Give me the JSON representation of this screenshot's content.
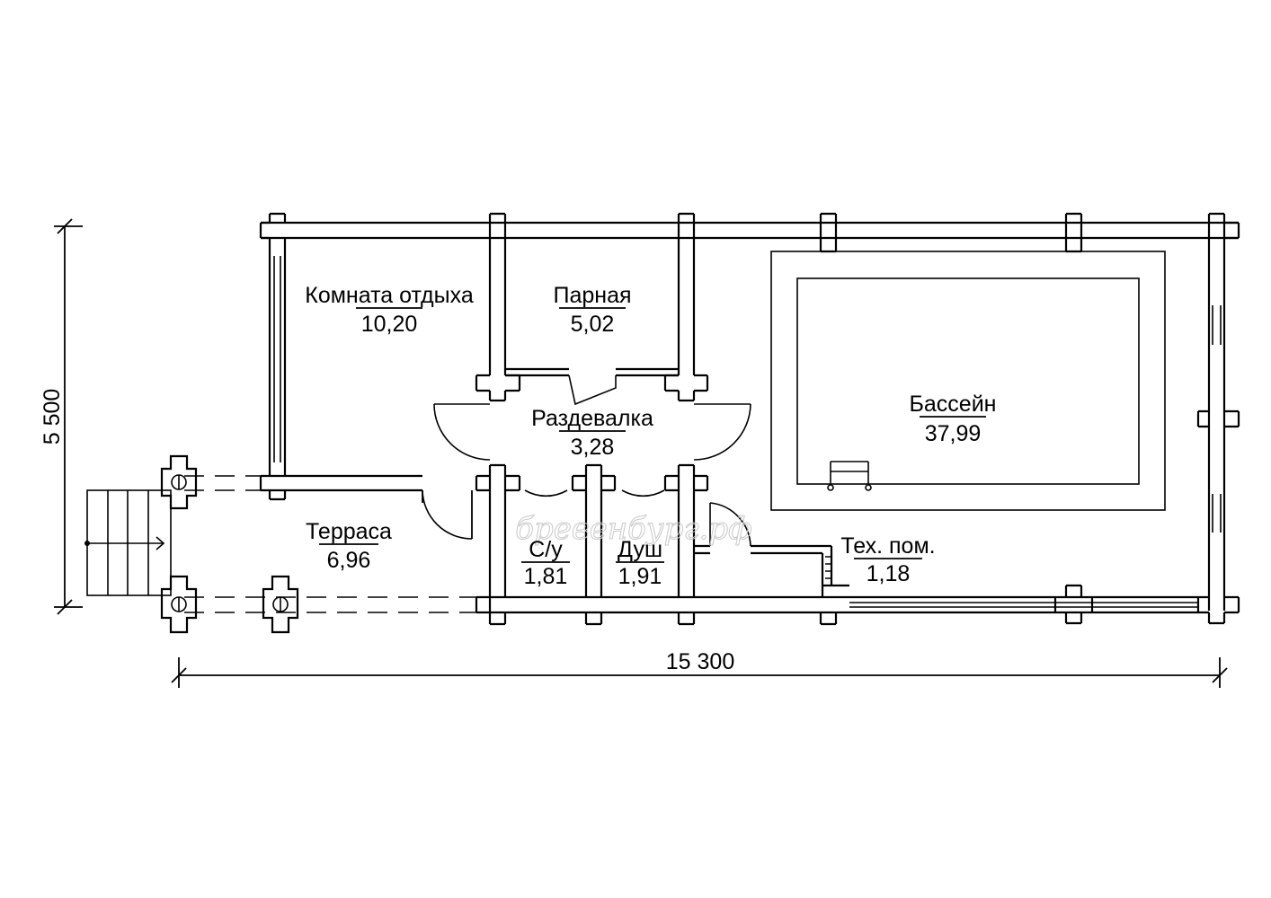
{
  "rooms": {
    "rest_room": {
      "name": "Комната отдыха",
      "area": "10,20"
    },
    "steam_room": {
      "name": "Парная",
      "area": "5,02"
    },
    "changing_room": {
      "name": "Раздевалка",
      "area": "3,28"
    },
    "pool": {
      "name": "Бассейн",
      "area": "37,99"
    },
    "terrace": {
      "name": "Терраса",
      "area": "6,96"
    },
    "wc": {
      "name": "С/у",
      "area": "1,81"
    },
    "shower": {
      "name": "Душ",
      "area": "1,91"
    },
    "tech_room": {
      "name": "Тех. пом.",
      "area": "1,18"
    }
  },
  "dimensions": {
    "width": "15 300",
    "height": "5 500"
  },
  "watermark": "бревенбург.рф"
}
